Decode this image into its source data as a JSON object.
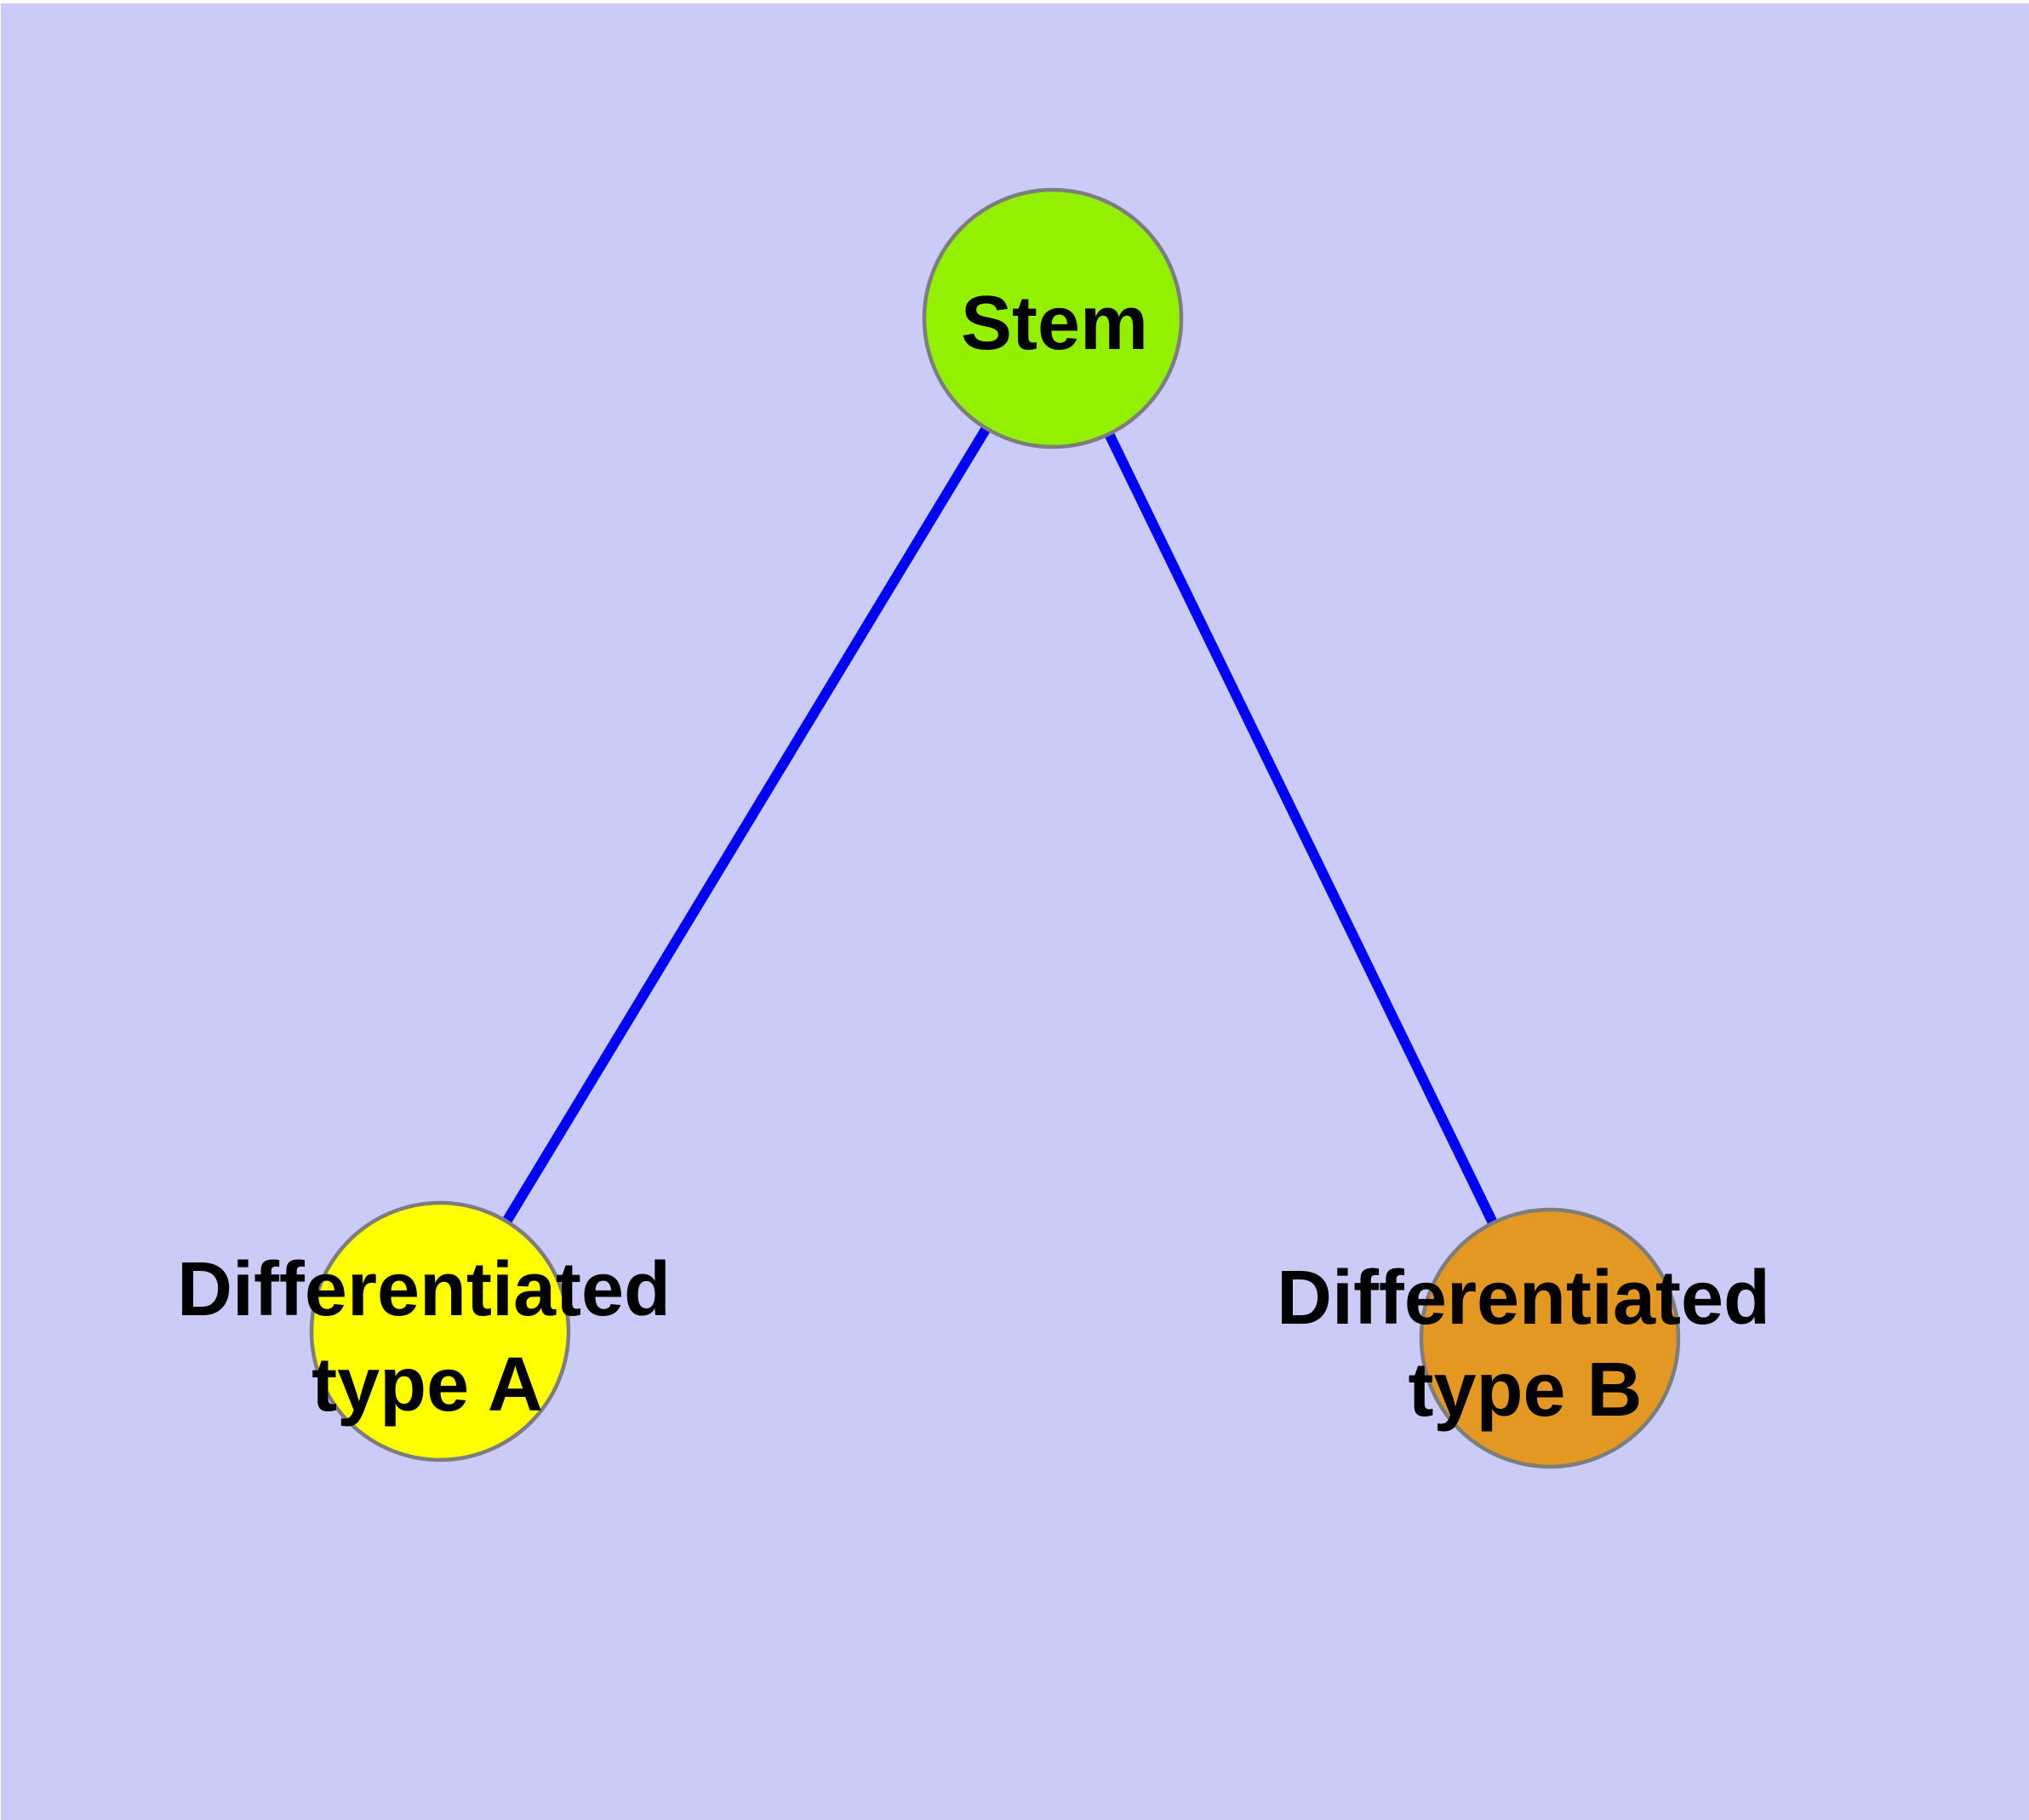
{
  "diagram": {
    "background_color": "#cbcbf8",
    "edge_color": "#0202f2",
    "node_border_color": "#7d7d7d",
    "label_color": "#000000",
    "nodes": {
      "stem": {
        "label": "Stem",
        "fill": "#93f000"
      },
      "type_a": {
        "label_line1": "Differentiated",
        "label_line2": "type A",
        "fill": "#ffff00"
      },
      "type_b": {
        "label_line1": "Differentiated",
        "label_line2": "type B",
        "fill": "#e29822"
      }
    },
    "edges": [
      {
        "from": "Stem",
        "to": "Differentiated type A"
      },
      {
        "from": "Stem",
        "to": "Differentiated type B"
      }
    ]
  }
}
